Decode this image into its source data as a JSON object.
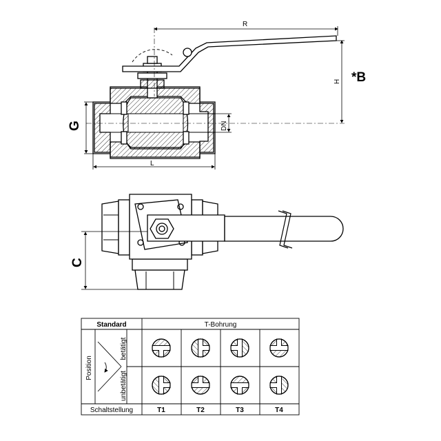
{
  "side_view": {
    "dim_R": "R",
    "dim_H": "H",
    "dim_B": "*B",
    "dim_G": "G",
    "dim_DN": "DN",
    "dim_L": "L"
  },
  "top_view": {
    "dim_C": "C"
  },
  "table": {
    "header_standard": "Standard",
    "header_bore": "T-Bohrung",
    "label_position": "Position",
    "label_actuated": "betätigt",
    "label_not_actuated": "unbetätigt",
    "label_switch_position": "Schaltstellung",
    "columns": [
      "T1",
      "T2",
      "T3",
      "T4"
    ],
    "actuated_symbols": [
      "t-down",
      "t-right",
      "t-left",
      "t-up"
    ],
    "not_actuated_symbols": [
      "t-right",
      "t-up",
      "t-down",
      "t-left"
    ]
  }
}
